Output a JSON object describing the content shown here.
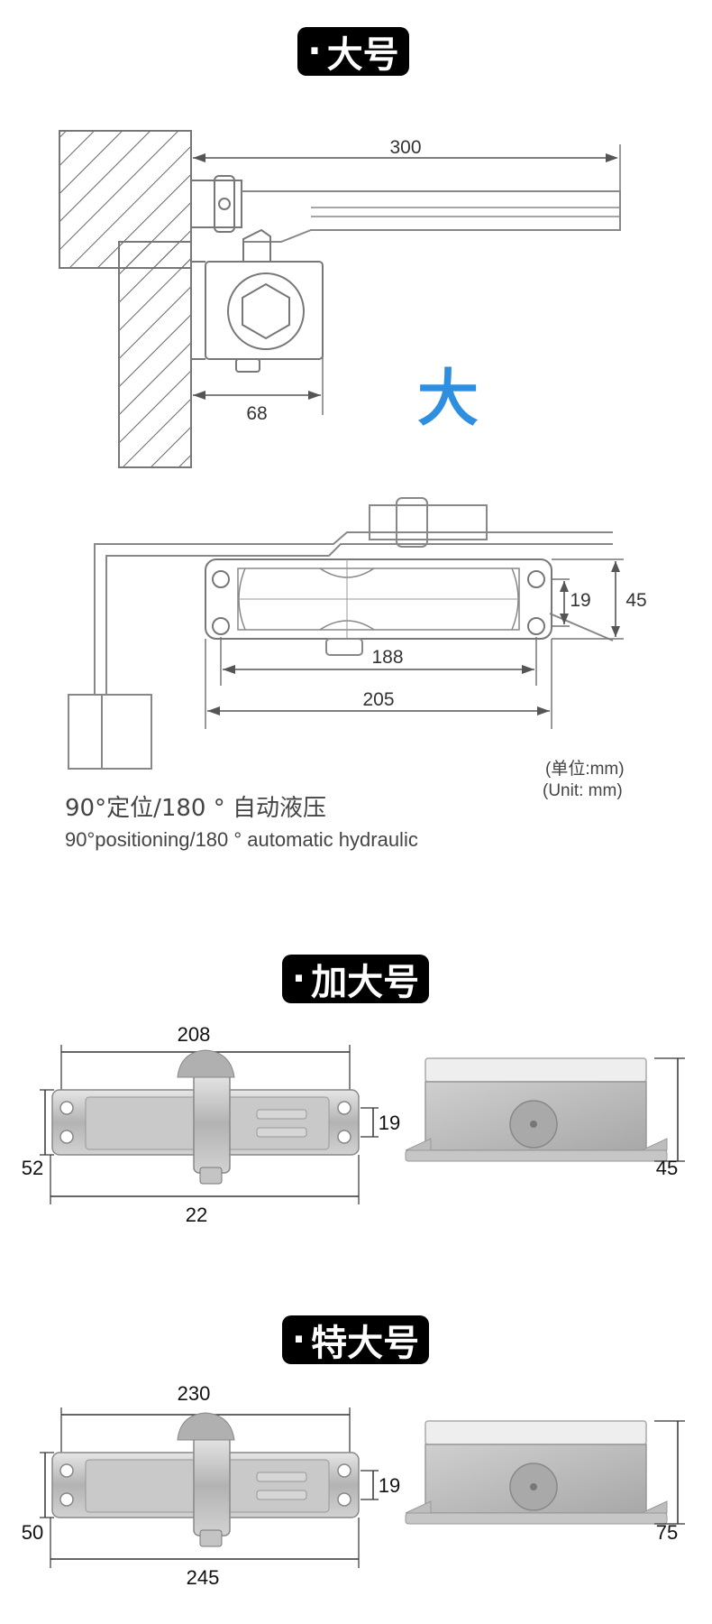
{
  "sections": {
    "large": {
      "title": "大号",
      "dim_arm_length": "300",
      "dim_body_offset": "68",
      "big_char": "大",
      "dim_hole_spacing": "19",
      "dim_height": "45",
      "dim_inner_length": "188",
      "dim_outer_length": "205",
      "unit_cn": "(单位:mm)",
      "unit_en": "(Unit: mm)",
      "caption_cn": "90°定位/180 ° 自动液压",
      "caption_en": "90°positioning/180 ° automatic hydraulic"
    },
    "extra_large": {
      "title": "加大号",
      "dim_top": "208",
      "dim_hole": "19",
      "dim_left": "52",
      "dim_bottom": "22",
      "dim_right": "45"
    },
    "super_large": {
      "title": "特大号",
      "dim_top": "230",
      "dim_hole": "19",
      "dim_left": "50",
      "dim_bottom": "245",
      "dim_right": "75"
    }
  },
  "colors": {
    "accent": "#2e8fe0",
    "pill_bg": "#000000",
    "metal": "#b8b8b8"
  }
}
